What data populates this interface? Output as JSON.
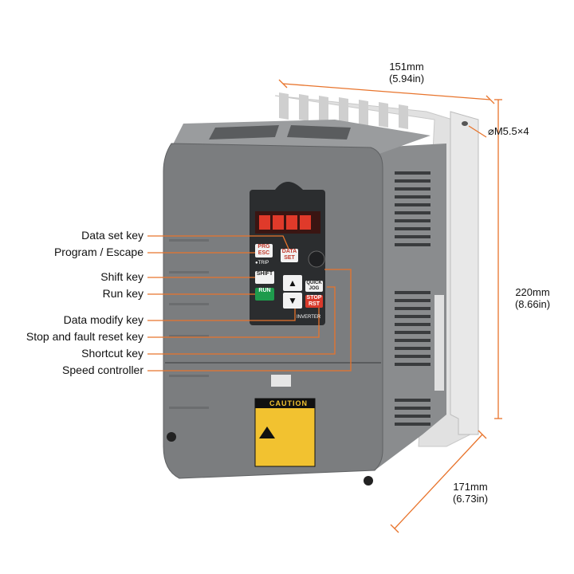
{
  "dimensions": {
    "width_mm": "151mm",
    "width_in": "(5.94in)",
    "height_mm": "220mm",
    "height_in": "(8.66in)",
    "depth_mm": "171mm",
    "depth_in": "(6.73in)",
    "hole_spec": "⌀M5.5×4"
  },
  "callouts": [
    "Data set key",
    "Program / Escape",
    "Shift key",
    "Run key",
    "Data modify key",
    "Stop and fault reset key",
    "Shortcut key",
    "Speed controller"
  ],
  "keypad": {
    "prg_label": "PRG ESC",
    "data_label": "DATA SET",
    "trip_label": "●TRIP",
    "shift_label": "SHIFT",
    "run_label": "RUN",
    "quick_label": "QUICK JOG",
    "stop_label": "STOP RST",
    "inverter_label": "INVERTER"
  },
  "caution": {
    "title": "CAUTION"
  },
  "colors": {
    "leader": "#e8742c",
    "body": "#7b7d7f",
    "heatsink": "#d9d9d9",
    "run_key": "#1e9b4c",
    "stop_key": "#d93a2b"
  }
}
